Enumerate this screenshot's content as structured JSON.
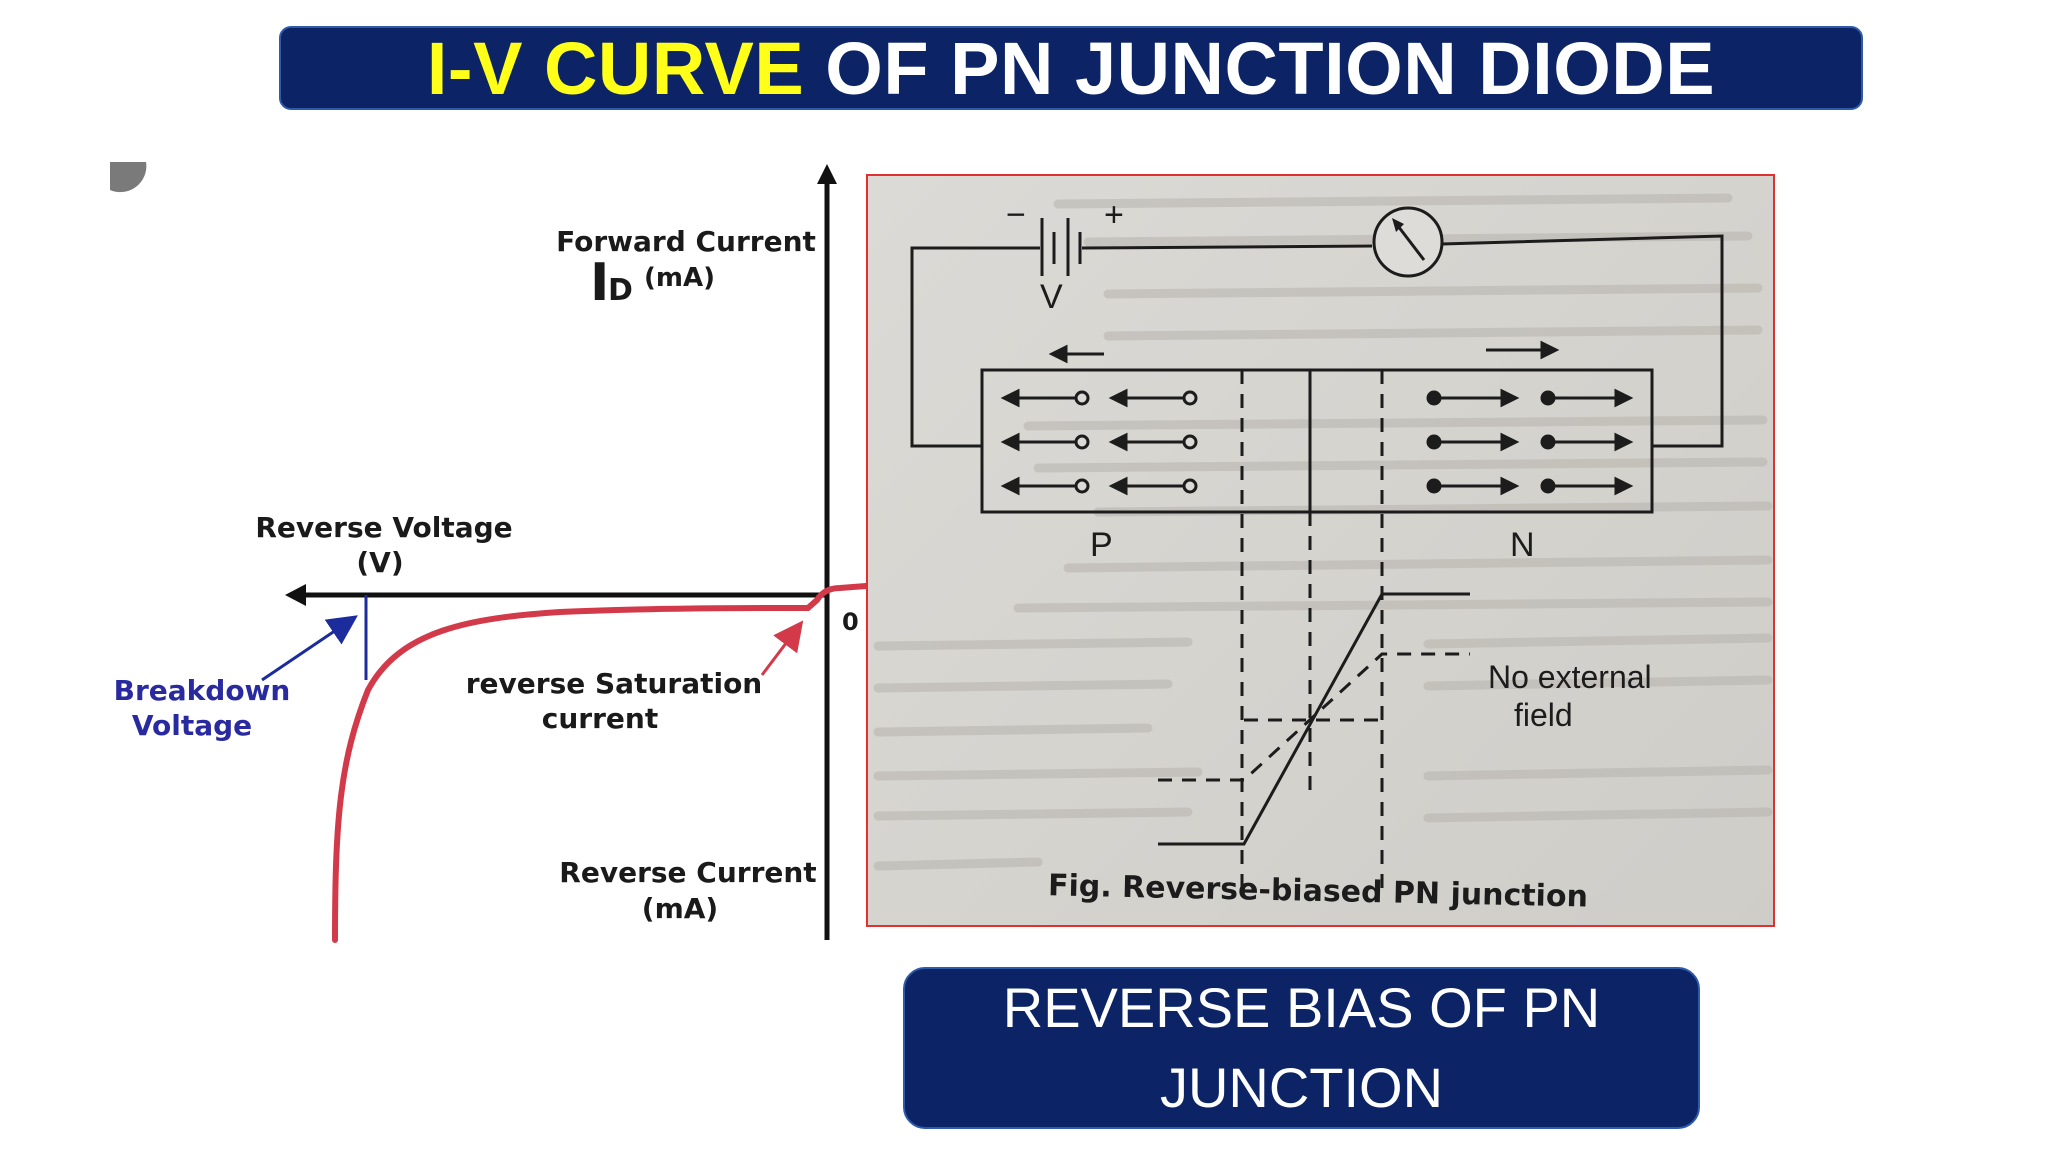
{
  "title": {
    "highlight": "I-V CURVE",
    "rest": " OF PN JUNCTION DIODE"
  },
  "iv_diagram": {
    "forward_current": "Forward Current",
    "id_symbol": "I",
    "id_subscript": "D",
    "id_unit": "(mA)",
    "reverse_voltage": "Reverse Voltage",
    "reverse_voltage_unit": "(V)",
    "origin": "0",
    "breakdown_line1": "Breakdown",
    "breakdown_line2": "Voltage",
    "saturation_line1": "reverse Saturation",
    "saturation_line2": "current",
    "reverse_current": "Reverse Current",
    "reverse_current_unit": "(mA)",
    "curve_color": "#d23a4a",
    "annotation_color": "#1c2c9c"
  },
  "photo": {
    "battery_minus": "−",
    "battery_plus": "+",
    "battery_label": "V",
    "p_label": "P",
    "n_label": "N",
    "no_external_line1": "No external",
    "no_external_line2": "field",
    "caption": "Fig. Reverse-biased PN junction"
  },
  "caption_box": {
    "text": "REVERSE BIAS OF PN JUNCTION"
  }
}
